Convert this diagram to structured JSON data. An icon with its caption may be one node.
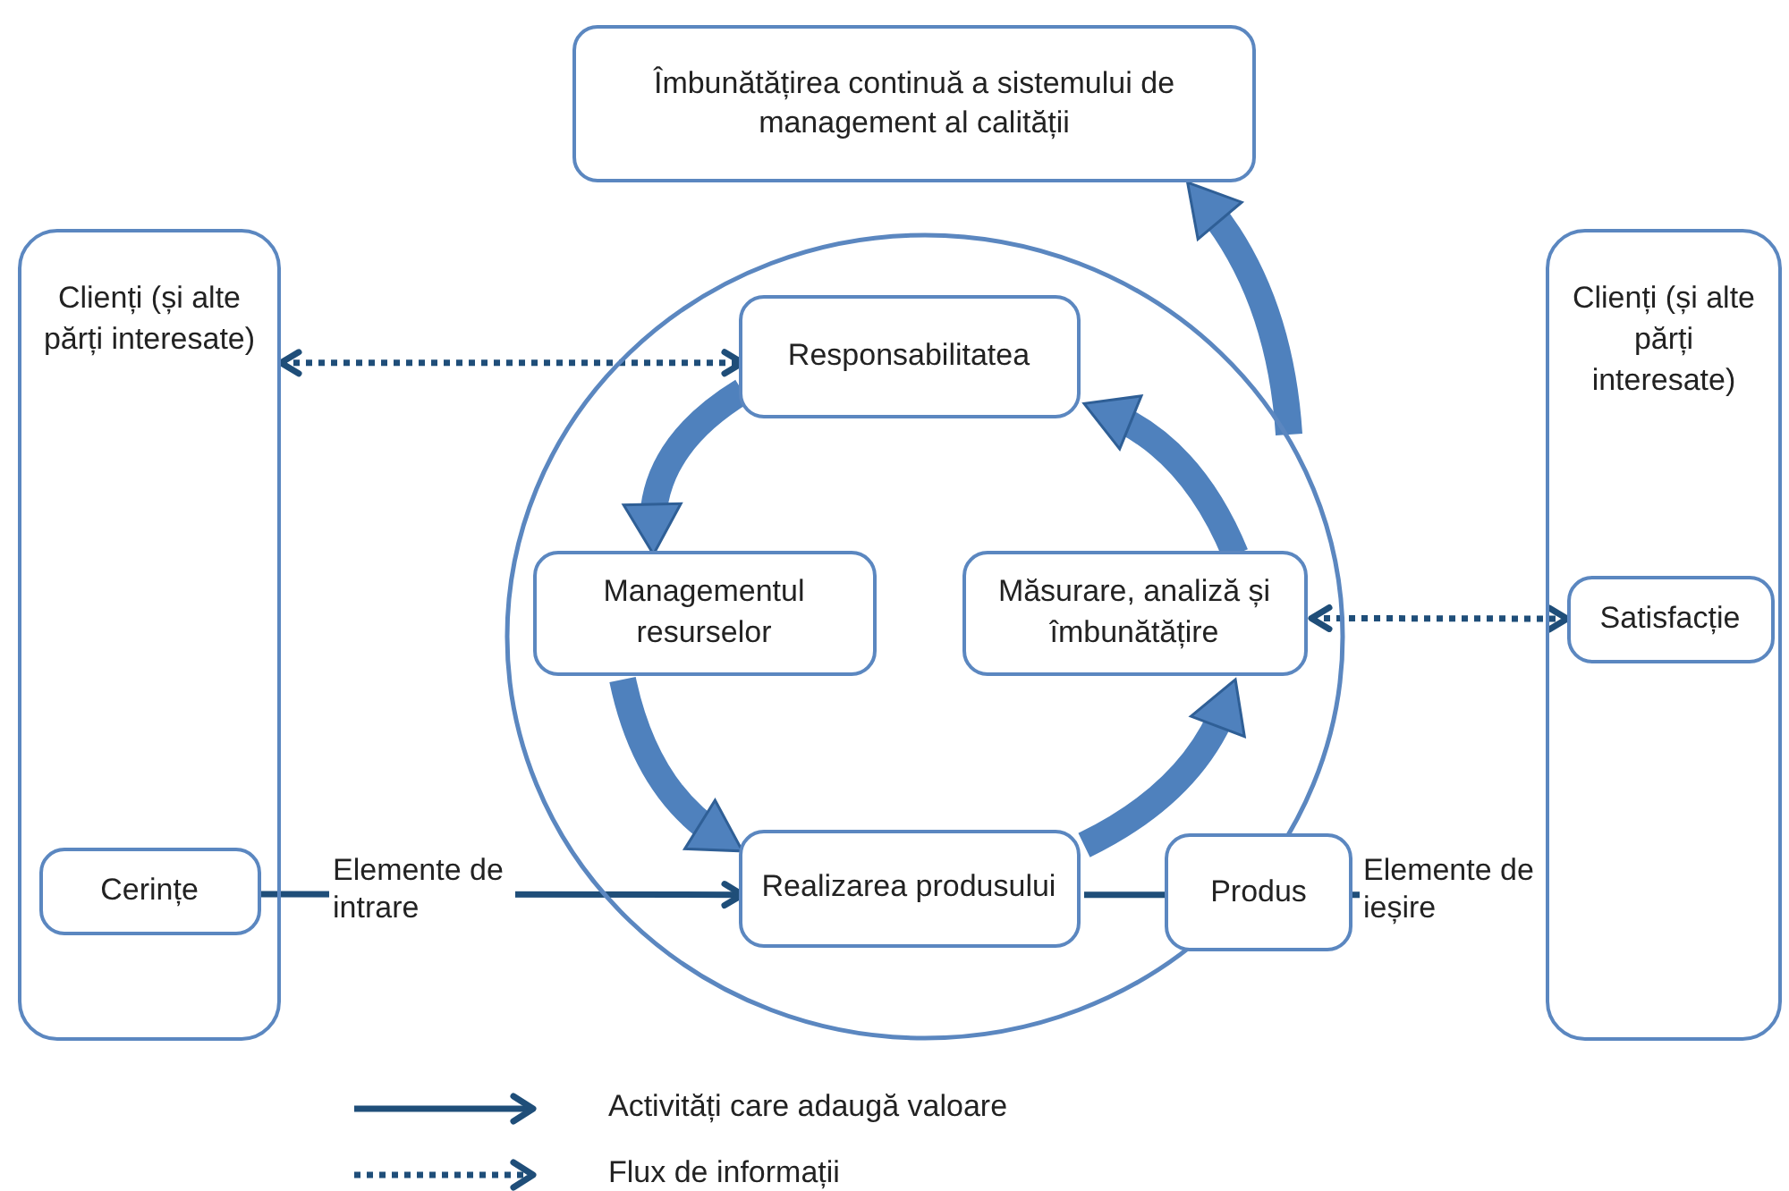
{
  "diagram": {
    "nodes": [
      {
        "text": [
          "Îmbunătățirea continuă a sistemului de management al calității"
        ]
      },
      {
        "text": [
          "Clienți (și alte părți interesate)"
        ]
      },
      {
        "text": [
          "Cerințe"
        ],
        "in": 1
      },
      {
        "text": [],
        "shape": "circle"
      },
      {
        "text": [
          "Responsabilitatea"
        ],
        "in": 3
      },
      {
        "text": [
          "Managementul resurselor"
        ],
        "in": 3
      },
      {
        "text": [
          "Măsurare, analiză și îmbunătățire"
        ],
        "in": 3
      },
      {
        "text": [
          "Realizarea produsului"
        ],
        "in": 3
      },
      {
        "text": [
          "Produs"
        ]
      },
      {
        "text": [
          "Clienți (și alte părți interesate)"
        ]
      },
      {
        "text": [
          "Satisfacție"
        ],
        "in": 9
      }
    ],
    "edges": [
      {
        "from": 1,
        "to": 4,
        "arrow": "both",
        "style": "dashed"
      },
      {
        "from": 6,
        "to": 10,
        "arrow": "both",
        "style": "dashed"
      },
      {
        "from": 2,
        "to": 7,
        "arrow": "to",
        "label": "Elemente de intrare"
      },
      {
        "from": 7,
        "to": 8,
        "arrow": "none"
      },
      {
        "from": 8,
        "to": 9,
        "arrow": "to",
        "label": "Elemente de ieșire"
      },
      {
        "from": 4,
        "to": 5,
        "arrow": "to",
        "style": "thick",
        "color": "#4f81bd"
      },
      {
        "from": 5,
        "to": 7,
        "arrow": "to",
        "style": "thick",
        "color": "#4f81bd"
      },
      {
        "from": 7,
        "to": 6,
        "arrow": "to",
        "style": "thick",
        "color": "#4f81bd"
      },
      {
        "from": 6,
        "to": 4,
        "arrow": "to",
        "style": "thick",
        "color": "#4f81bd"
      },
      {
        "from": 3,
        "to": 0,
        "arrow": "to",
        "style": "thick",
        "color": "#4f81bd"
      }
    ],
    "legend": [
      {
        "text": "Activități care adaugă valoare"
      },
      {
        "text": "Flux de informații"
      }
    ]
  }
}
